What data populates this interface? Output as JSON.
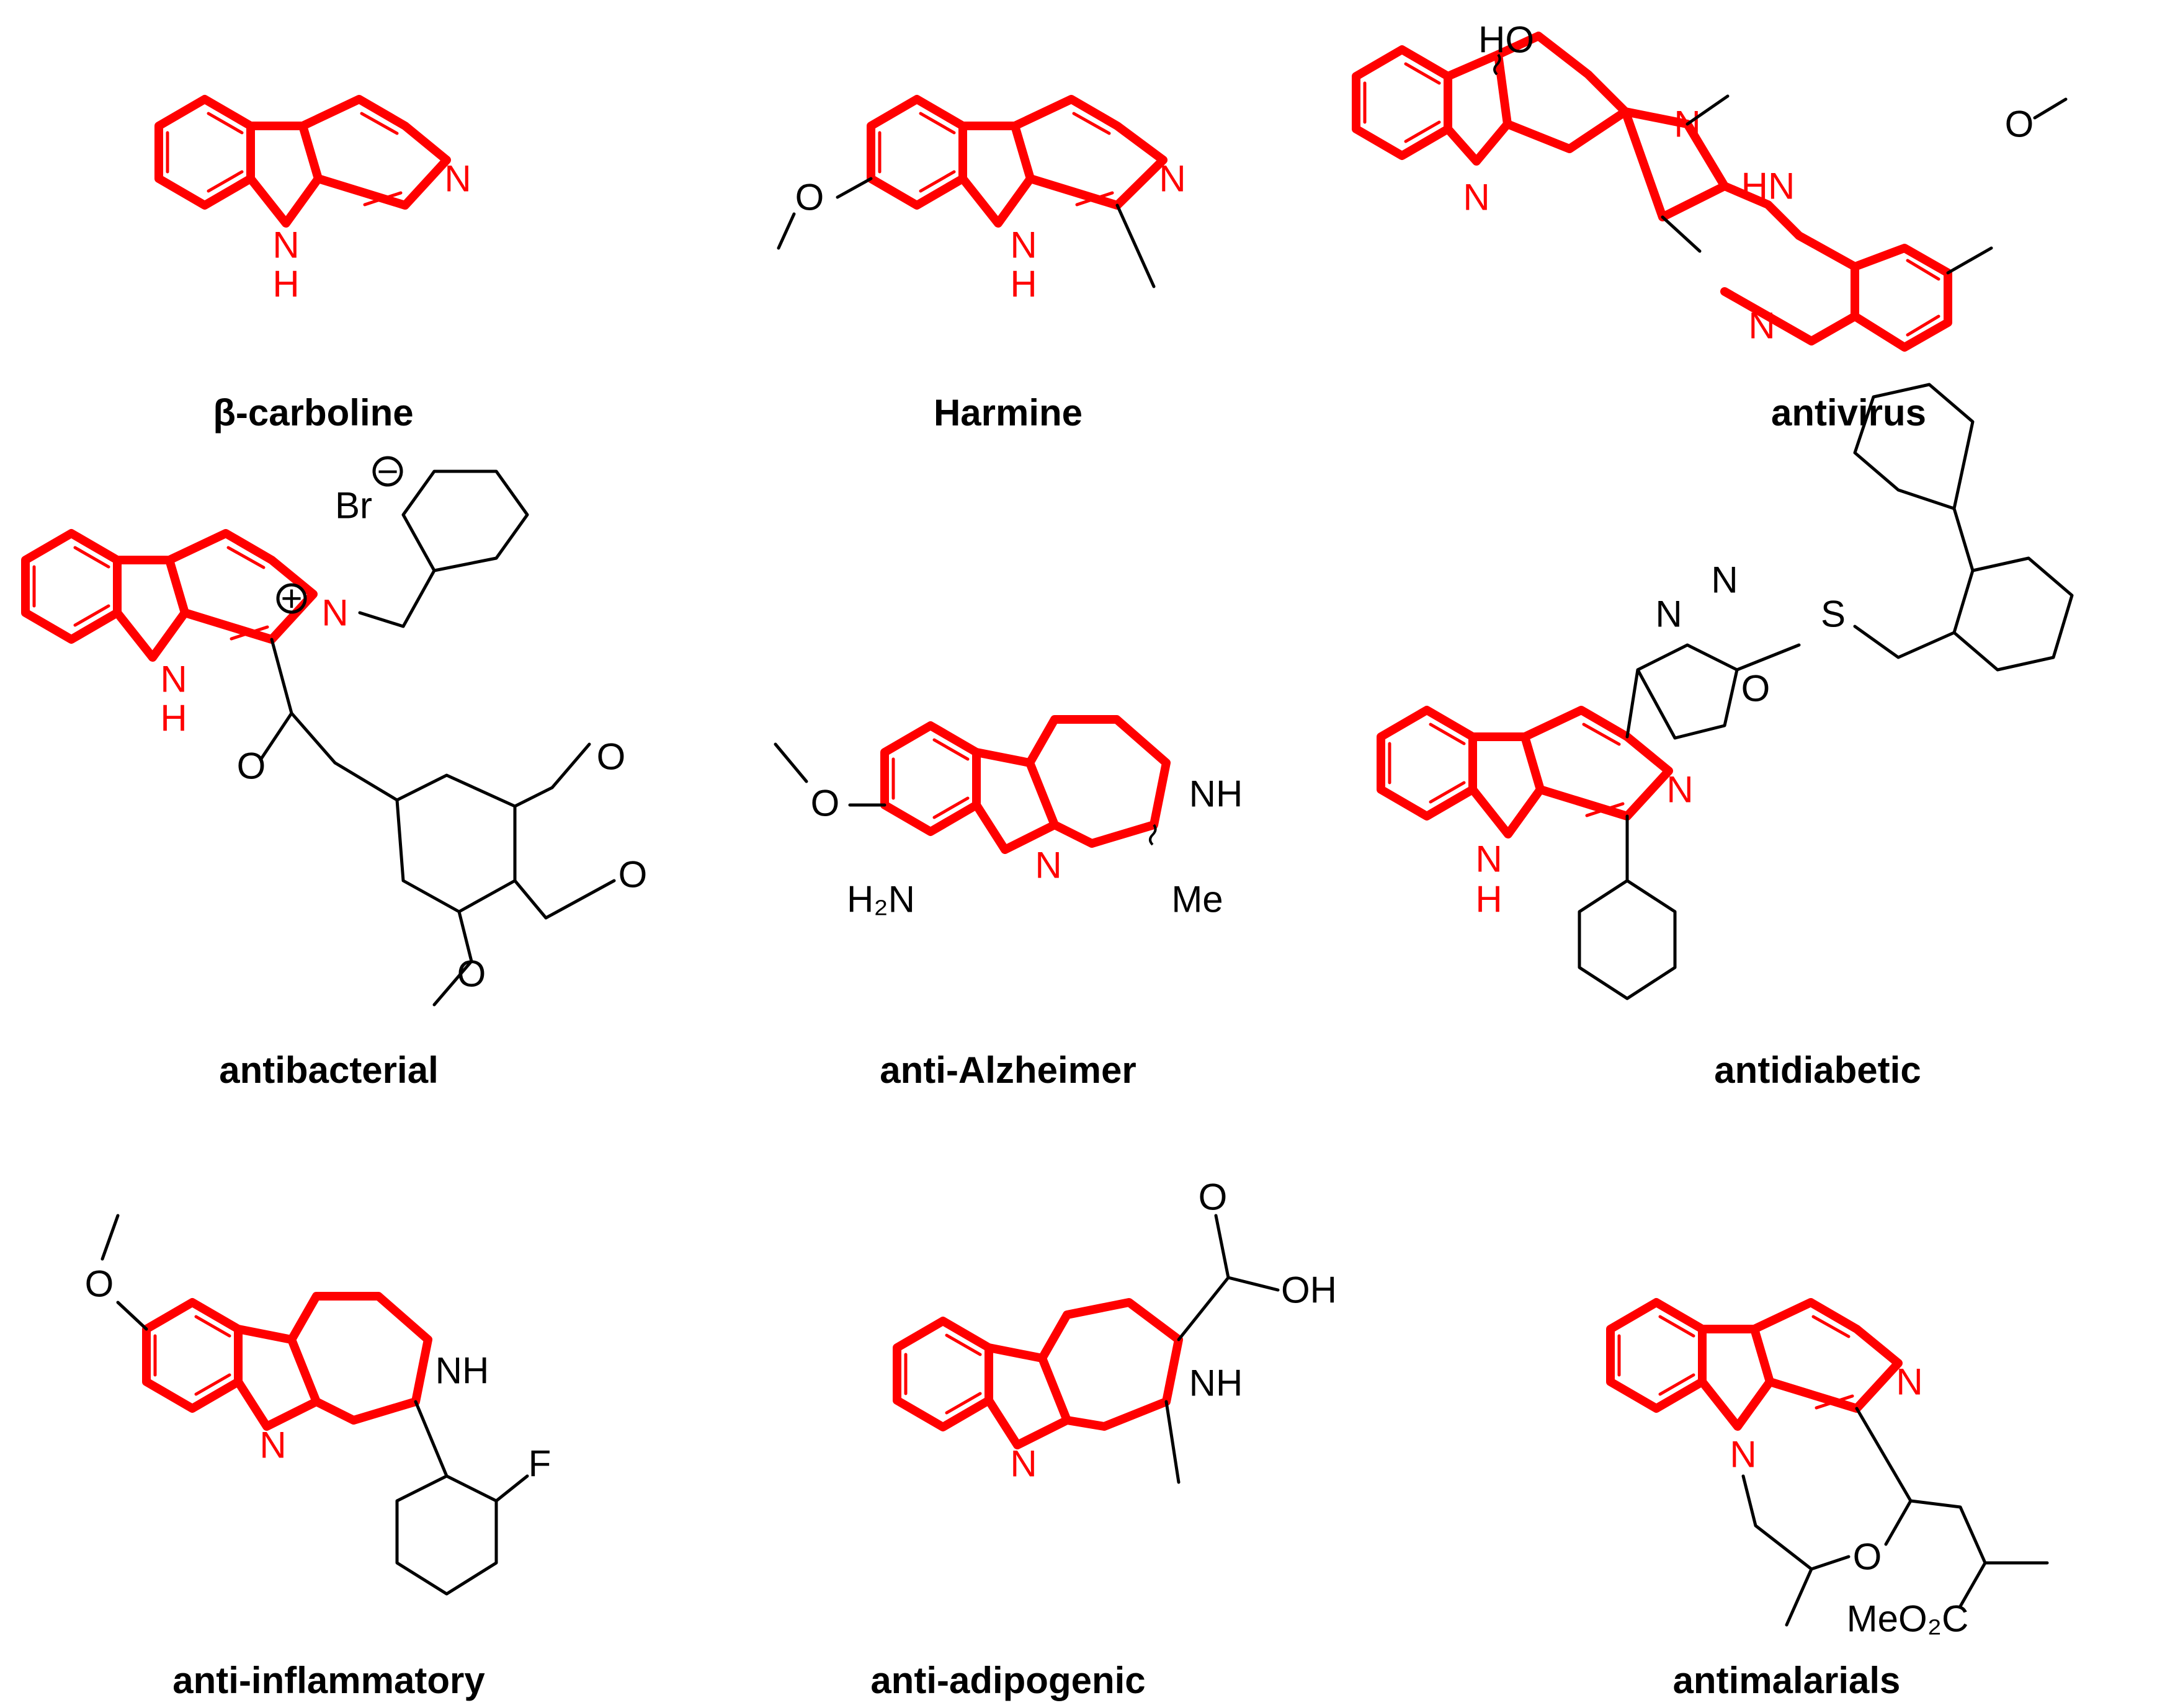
{
  "captions": {
    "beta_carboline": "β-carboline",
    "harmine": "Harmine",
    "antivirus": "antivirus",
    "antibacterial": "antibacterial",
    "anti_alzheimer": "anti-Alzheimer",
    "antidiabetic": "antidiabetic",
    "anti_inflammatory": "anti-inflammatory",
    "anti_adipogenic": "anti-adipogenic",
    "antimalarials": "antimalarials"
  },
  "atoms": {
    "N": "N",
    "H": "H",
    "NH": "NH",
    "HN": "HN",
    "HO": "HO",
    "OH": "OH",
    "O": "O",
    "S": "S",
    "F": "F",
    "Br": "Br",
    "Me": "Me",
    "H2N": "H₂N",
    "MeO2C": "MeO₂C",
    "plus": "+",
    "minus": "−"
  },
  "colors": {
    "scaffold": "#ff0000",
    "substituent": "#000000"
  }
}
